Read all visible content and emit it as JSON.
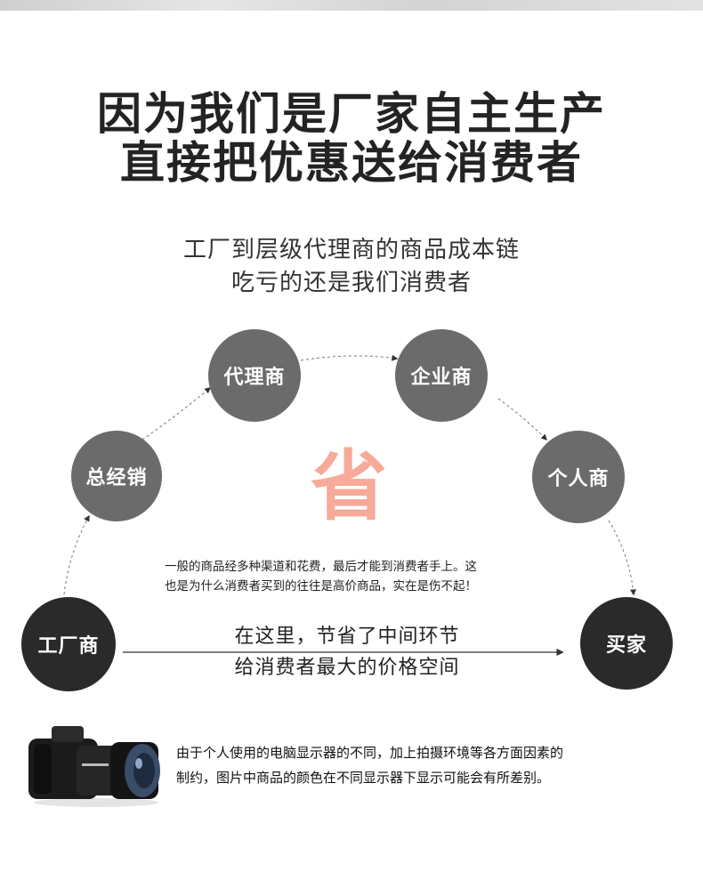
{
  "headline": {
    "line1": "因为我们是厂家自主生产",
    "line2": "直接把优惠送给消费者"
  },
  "subheadline": {
    "line1": "工厂到层级代理商的商品成本链",
    "line2": "吃亏的还是我们消费者"
  },
  "flow": {
    "nodes": [
      {
        "label": "工厂商"
      },
      {
        "label": "总经销"
      },
      {
        "label": "代理商"
      },
      {
        "label": "企业商"
      },
      {
        "label": "个人商"
      },
      {
        "label": "买家"
      }
    ]
  },
  "center_char": "省",
  "explanation": {
    "line1": "一般的商品经多种渠道和花费，最后才能到消费者手上。这",
    "line2": "也是为什么消费者买到的往往是高价商品，实在是伤不起！"
  },
  "direct_path": {
    "line1": "在这里，节省了中间环节",
    "line2": "给消费者最大的价格空间"
  },
  "disclaimer": {
    "line1": "由于个人使用的电脑显示器的不同，加上拍摄环境等各方面因素的",
    "line2": "制约，图片中商品的颜色在不同显示器下显示可能会有所差别。"
  },
  "colors": {
    "node_gray": "#6b6b6b",
    "node_dark": "#2a2a2a",
    "accent_pink": "#f7a99a",
    "arrow": "#333333"
  },
  "icons": {
    "camera": "camera-icon"
  }
}
